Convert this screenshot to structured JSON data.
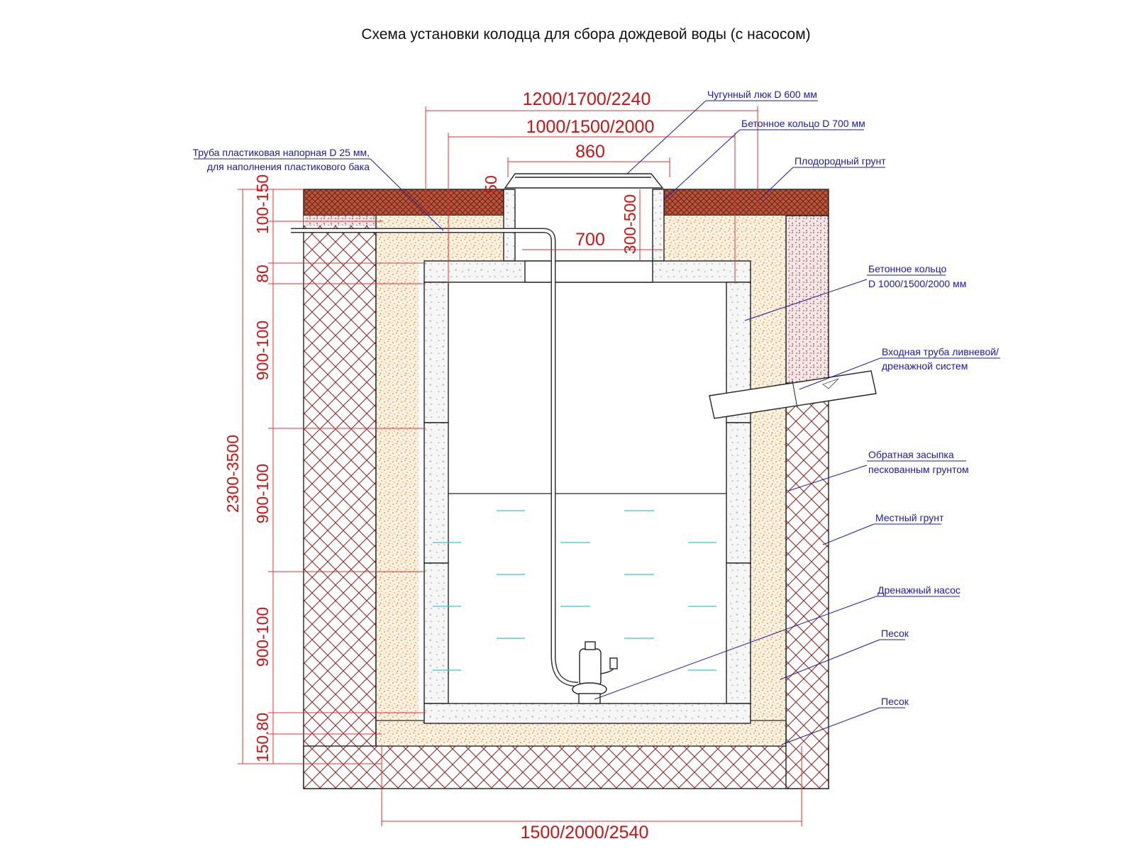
{
  "title": "Схема установки колодца для сбора дождевой воды (с насосом)",
  "colors": {
    "dimension": "#c81414",
    "callout": "#1a1aa8",
    "topsoil": "#9b3a2a",
    "local_soil": "#8c2a2a",
    "sand": "#d9892a",
    "concrete": "#f4f4f4",
    "water_mark": "#35c8d6"
  },
  "dimensions": {
    "outer_width": "1200/1700/2240",
    "ring_width": "1000/1500/2000",
    "manhole_width": "860",
    "neck_width": "700",
    "pit_width": "1500/2000/2540",
    "topsoil_depth": "100-150",
    "lid_height": "50",
    "neck_height": "300-500",
    "slab_80_top": "80",
    "ring_1": "900-100",
    "ring_2": "900-100",
    "ring_3": "900-100",
    "bottom_sand_slab": "150.80",
    "total_depth": "2300-3500"
  },
  "callouts": {
    "cast_iron_hatch": "Чугунный люк D 600 мм",
    "neck_ring": "Бетонное кольцо D 700 мм",
    "topsoil": "Плодородный грунт",
    "pipe_line1": "Труба пластиковая напорная D 25 мм,",
    "pipe_line2": "для наполнения пластикового бака",
    "main_ring_line1": "Бетонное кольцо",
    "main_ring_line2": "D 1000/1500/2000 мм",
    "inlet_line1": "Входная труба ливневой/",
    "inlet_line2": "дренажной систем",
    "backfill_line1": "Обратная засыпка",
    "backfill_line2": "пескованным грунтом",
    "local_soil": "Местный грунт",
    "pump": "Дренажный насос",
    "sand_side": "Песок",
    "sand_bottom": "Песок"
  }
}
